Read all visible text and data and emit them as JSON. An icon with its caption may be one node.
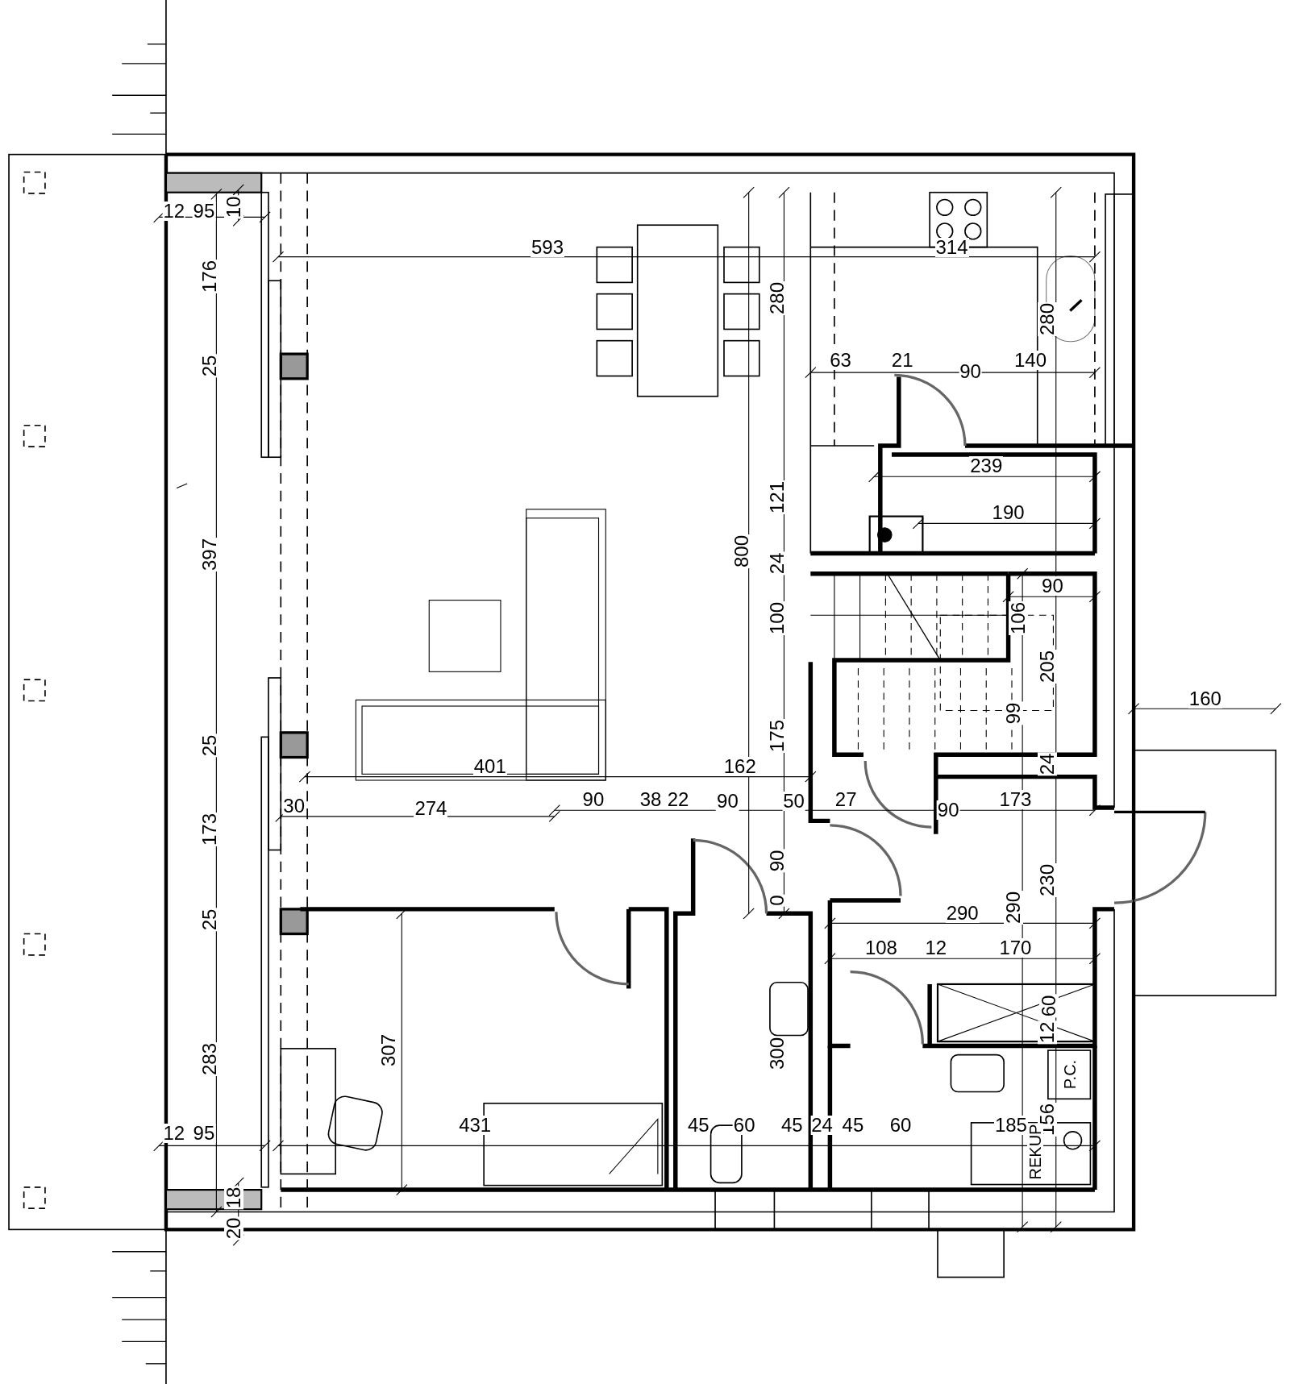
{
  "diagram": {
    "labels": [
      "12",
      "95",
      "10",
      "593",
      "314",
      "176",
      "280",
      "280",
      "25",
      "63",
      "21",
      "90",
      "140",
      "239",
      "121",
      "190",
      "397",
      "800",
      "24",
      "90",
      "100",
      "106",
      "205",
      "160",
      "99",
      "175",
      "25",
      "401",
      "162",
      "24",
      "30",
      "274",
      "90",
      "38",
      "22",
      "90",
      "50",
      "27",
      "90",
      "173",
      "173",
      "90",
      "230",
      "0",
      "290",
      "290",
      "25",
      "108",
      "12",
      "170",
      "60",
      "283",
      "307",
      "300",
      "12",
      "P.C.",
      "156",
      "12",
      "95",
      "431",
      "45",
      "60",
      "45",
      "24",
      "45",
      "60",
      "185",
      "REKUP",
      "18",
      "20"
    ]
  }
}
